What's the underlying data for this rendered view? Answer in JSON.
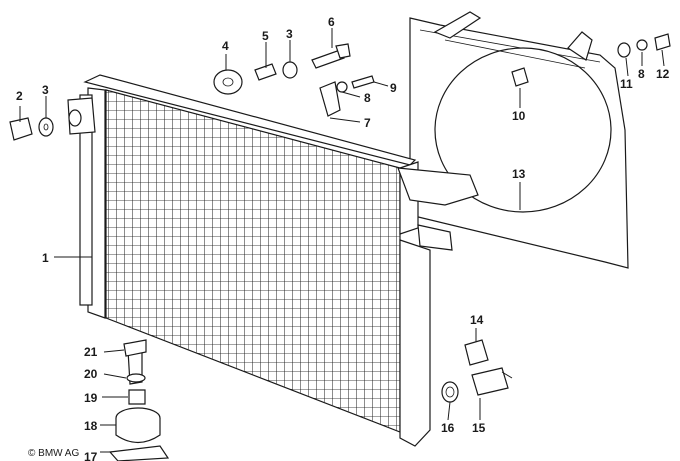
{
  "diagram": {
    "copyright": "© BMW AG",
    "callouts": [
      {
        "id": "c1",
        "text": "1"
      },
      {
        "id": "c2",
        "text": "2"
      },
      {
        "id": "c3a",
        "text": "3"
      },
      {
        "id": "c4",
        "text": "4"
      },
      {
        "id": "c5",
        "text": "5"
      },
      {
        "id": "c3b",
        "text": "3"
      },
      {
        "id": "c6",
        "text": "6"
      },
      {
        "id": "c7",
        "text": "7"
      },
      {
        "id": "c8a",
        "text": "8"
      },
      {
        "id": "c9",
        "text": "9"
      },
      {
        "id": "c10",
        "text": "10"
      },
      {
        "id": "c11",
        "text": "11"
      },
      {
        "id": "c8b",
        "text": "8"
      },
      {
        "id": "c12",
        "text": "12"
      },
      {
        "id": "c13",
        "text": "13"
      },
      {
        "id": "c14",
        "text": "14"
      },
      {
        "id": "c15",
        "text": "15"
      },
      {
        "id": "c16",
        "text": "16"
      },
      {
        "id": "c17",
        "text": "17"
      },
      {
        "id": "c18",
        "text": "18"
      },
      {
        "id": "c19",
        "text": "19"
      },
      {
        "id": "c20",
        "text": "20"
      },
      {
        "id": "c21",
        "text": "21"
      }
    ]
  }
}
